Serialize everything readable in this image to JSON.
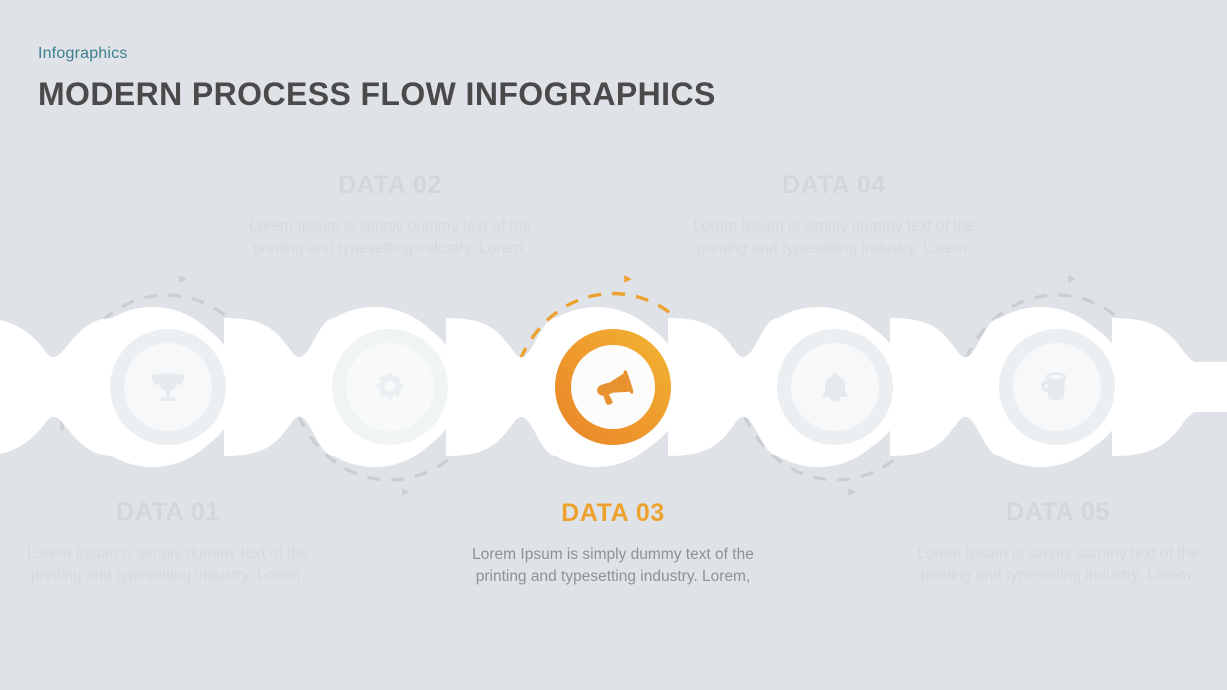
{
  "header": {
    "kicker": "Infographics",
    "title": "MODERN PROCESS FLOW INFOGRAPHICS"
  },
  "colors": {
    "background": "#dfe3e7",
    "kicker": "#3d7f90",
    "title": "#4a4a4a",
    "accent_orange": "#eda230",
    "accent_orange_dark": "#e8842a",
    "accent_orange_light": "#f0b233",
    "ribbon_white": "#ffffff",
    "muted_label": "#d2d7da",
    "muted_text": "#d6dadd",
    "active_text": "#8d9296",
    "dash_gray": "#c9ced2"
  },
  "steps": [
    {
      "id": "data-01",
      "label": "DATA 01",
      "description": "Lorem Ipsum is simply dummy text of the printing and typesetting industry. Lorem,",
      "icon": "trophy-icon",
      "position": "bottom",
      "state": "inactive"
    },
    {
      "id": "data-02",
      "label": "DATA 02",
      "description": "Lorem Ipsum is simply dummy text of the printing and typesetting industry. Lorem,",
      "icon": "gear-icon",
      "position": "top",
      "state": "inactive"
    },
    {
      "id": "data-03",
      "label": "DATA 03",
      "description": "Lorem Ipsum is simply dummy text of the printing and typesetting industry. Lorem,",
      "icon": "megaphone-icon",
      "position": "bottom",
      "state": "active"
    },
    {
      "id": "data-04",
      "label": "DATA 04",
      "description": "Lorem Ipsum is simply dummy text of the printing and typesetting industry. Lorem,",
      "icon": "bell-icon",
      "position": "top",
      "state": "inactive"
    },
    {
      "id": "data-05",
      "label": "DATA 05",
      "description": "Lorem Ipsum is simply dummy text of the printing and typesetting industry. Lorem,",
      "icon": "coffee-cup-icon",
      "position": "bottom",
      "state": "inactive"
    }
  ],
  "connectors": [
    {
      "id": "arc-over-01",
      "direction": "above",
      "arrow": "right-triangle",
      "state": "inactive"
    },
    {
      "id": "arc-under-02",
      "direction": "below",
      "arrow": "right-triangle",
      "state": "inactive"
    },
    {
      "id": "arc-over-03",
      "direction": "above",
      "arrow": "right-triangle",
      "state": "active"
    },
    {
      "id": "arc-under-04",
      "direction": "below",
      "arrow": "right-triangle",
      "state": "inactive"
    },
    {
      "id": "arc-over-05",
      "direction": "above",
      "arrow": "right-triangle",
      "state": "inactive"
    }
  ]
}
